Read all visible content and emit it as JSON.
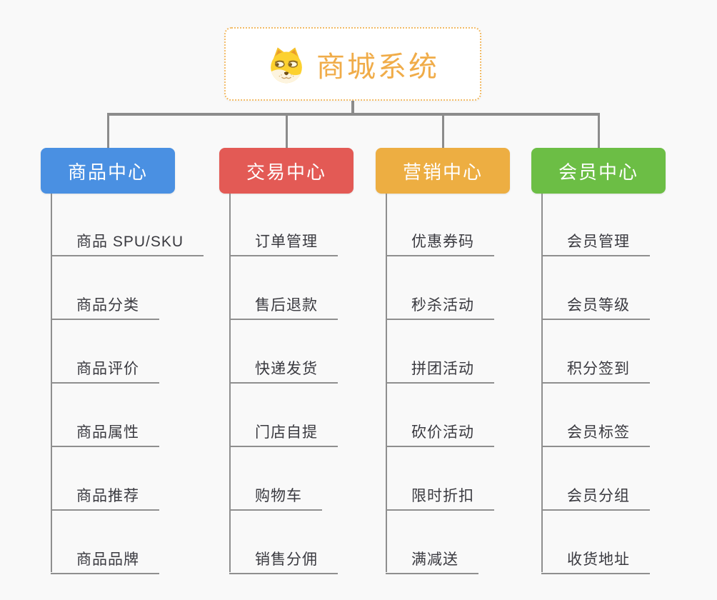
{
  "root": {
    "title": "商城系统",
    "icon": "dog-face-icon",
    "accent_color": "#f0ac49"
  },
  "colors": {
    "background": "#f9f9f9",
    "connector": "#8c8c8c",
    "leaf_text": "#3a3a40",
    "root_border": "#f2bb66"
  },
  "branches": [
    {
      "label": "商品中心",
      "color": "#4a90e2",
      "items": [
        "商品 SPU/SKU",
        "商品分类",
        "商品评价",
        "商品属性",
        "商品推荐",
        "商品品牌"
      ]
    },
    {
      "label": "交易中心",
      "color": "#e35a55",
      "items": [
        "订单管理",
        "售后退款",
        "快递发货",
        "门店自提",
        "购物车",
        "销售分佣"
      ]
    },
    {
      "label": "营销中心",
      "color": "#edae42",
      "items": [
        "优惠券码",
        "秒杀活动",
        "拼团活动",
        "砍价活动",
        "限时折扣",
        "满减送"
      ]
    },
    {
      "label": "会员中心",
      "color": "#6cbe45",
      "items": [
        "会员管理",
        "会员等级",
        "积分签到",
        "会员标签",
        "会员分组",
        "收货地址"
      ]
    }
  ]
}
